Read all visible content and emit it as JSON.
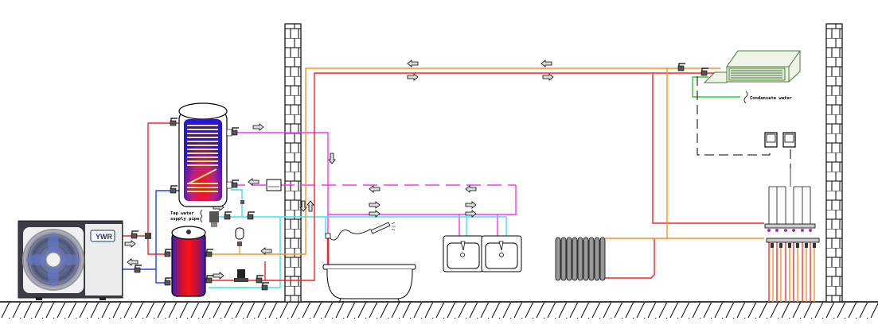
{
  "diagram": {
    "title": "Heat pump heating and domestic hot water system schematic",
    "labels": {
      "tap_water_line1": "Tap water",
      "tap_water_line2": "supply pipe",
      "condensate": "Condensate water",
      "brand_logo": "YWR"
    },
    "pipe_colors": {
      "hot_supply": "#ff2020",
      "return": "#2040ff",
      "heating_return": "#ff9020",
      "hot_water": "#ff30ff",
      "cold_water": "#30e8f0",
      "condensate": "#30d030"
    },
    "components": [
      "heat-pump-outdoor-unit",
      "dhw-tank-with-coil",
      "buffer-tank",
      "expansion-vessel",
      "circulation-pump",
      "fan-coil-unit",
      "thermostat-controllers",
      "floor-heating-manifold",
      "radiator",
      "bathtub",
      "shower-head",
      "double-sink",
      "mixing-valve-box"
    ]
  }
}
